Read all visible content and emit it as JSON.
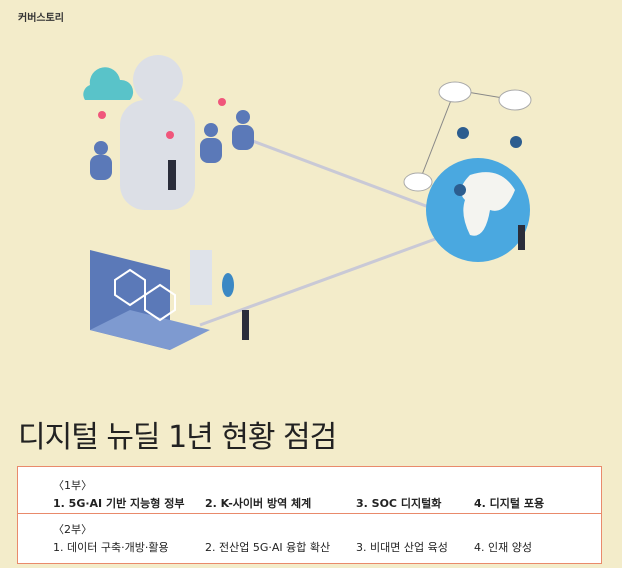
{
  "header": {
    "tag": "커버스토리"
  },
  "title": "디지털 뉴딜 1년 현황 점검",
  "parts": [
    {
      "heading": "〈1부〉",
      "items": [
        "1. 5G·AI 기반 지능형 정부",
        "2. K-사이버 방역 체계",
        "3. SOC 디지털화",
        "4. 디지털 포용"
      ]
    },
    {
      "heading": "〈2부〉",
      "items": [
        "1. 데이터 구축·개방·활용",
        "2. 전산업 5G·AI 융합 확산",
        "3. 비대면 산업 육성",
        "4. 인재 양성"
      ]
    }
  ],
  "colors": {
    "background": "#f3ecca",
    "border": "#e98a6b",
    "globe": "#4aa8e0"
  }
}
